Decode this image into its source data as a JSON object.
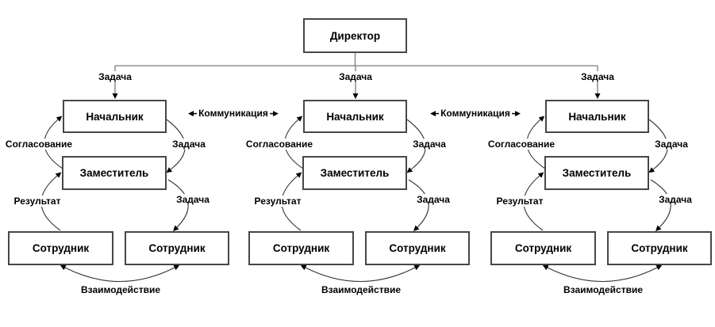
{
  "diagram": {
    "director_label": "Директор",
    "comm_labels": [
      "Коммуникация",
      "Коммуникация"
    ],
    "colors": {
      "box_border": "#474747",
      "tree_line": "#7a7a7a",
      "curve_line": "#333333",
      "arrowhead": "#000000",
      "background": "#ffffff"
    },
    "columns": [
      {
        "manager_label": "Начальник",
        "deputy_label": "Заместитель",
        "employee_left_label": "Сотрудник",
        "employee_right_label": "Сотрудник",
        "task_from_director_label": "Задача",
        "coordination_label": "Согласование",
        "task_to_deputy_label": "Задача",
        "result_label": "Результат",
        "task_to_employee_label": "Задача",
        "interaction_label": "Взаимодействие"
      },
      {
        "manager_label": "Начальник",
        "deputy_label": "Заместитель",
        "employee_left_label": "Сотрудник",
        "employee_right_label": "Сотрудник",
        "task_from_director_label": "Задача",
        "coordination_label": "Согласование",
        "task_to_deputy_label": "Задача",
        "result_label": "Результат",
        "task_to_employee_label": "Задача",
        "interaction_label": "Взаимодействие"
      },
      {
        "manager_label": "Начальник",
        "deputy_label": "Заместитель",
        "employee_left_label": "Сотрудник",
        "employee_right_label": "Сотрудник",
        "task_from_director_label": "Задача",
        "coordination_label": "Согласование",
        "task_to_deputy_label": "Задача",
        "result_label": "Результат",
        "task_to_employee_label": "Задача",
        "interaction_label": "Взаимодействие"
      }
    ]
  }
}
